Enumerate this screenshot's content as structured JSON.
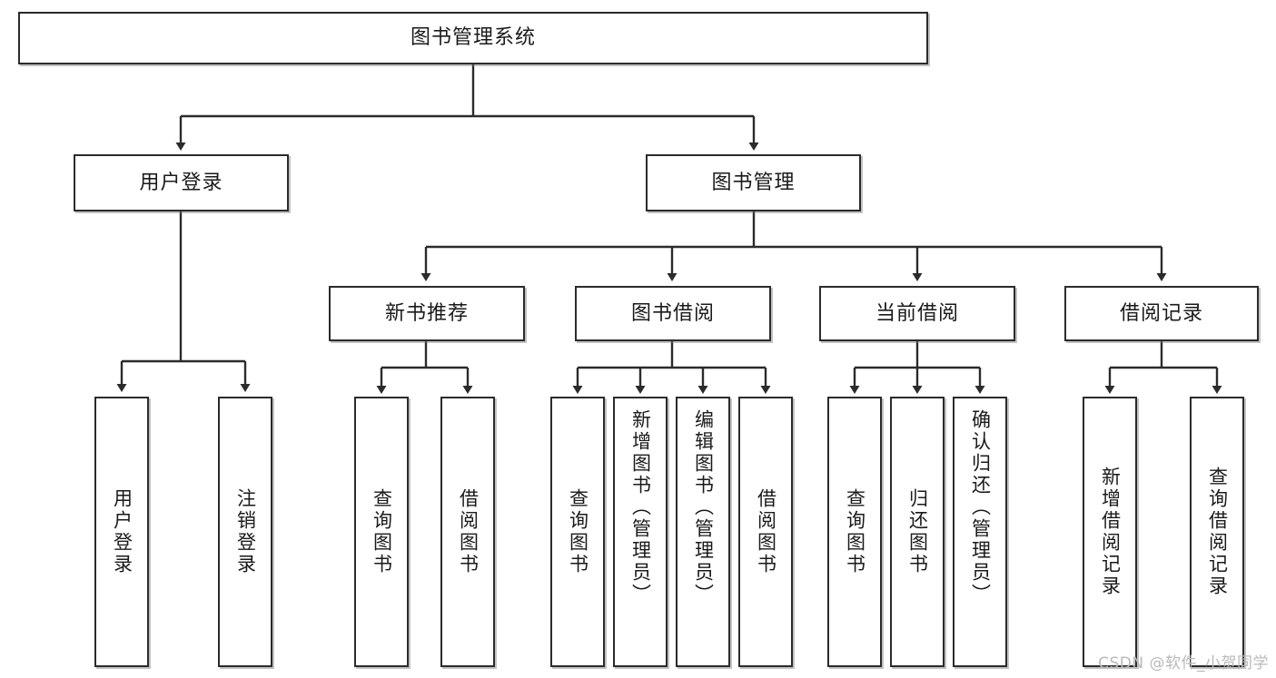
{
  "diagram": {
    "title": "图书管理系统",
    "type": "function-structure-tree",
    "root": {
      "label": "图书管理系统"
    },
    "level2": [
      {
        "label": "用户登录"
      },
      {
        "label": "图书管理"
      }
    ],
    "level3": [
      {
        "label": "新书推荐"
      },
      {
        "label": "图书借阅"
      },
      {
        "label": "当前借阅"
      },
      {
        "label": "借阅记录"
      }
    ],
    "leaves": {
      "user_login": [
        {
          "label": "用户登录"
        },
        {
          "label": "注销登录"
        }
      ],
      "new_book": [
        {
          "label": "查询图书"
        },
        {
          "label": "借阅图书"
        }
      ],
      "book_borrow": [
        {
          "label": "查询图书"
        },
        {
          "label": "新增图书（管理员）"
        },
        {
          "label": "编辑图书（管理员）"
        },
        {
          "label": "借阅图书"
        }
      ],
      "current_borrow": [
        {
          "label": "查询图书"
        },
        {
          "label": "归还图书"
        },
        {
          "label": "确认归还（管理员）"
        }
      ],
      "borrow_record": [
        {
          "label": "新增借阅记录"
        },
        {
          "label": "查询借阅记录"
        }
      ]
    }
  },
  "watermark": {
    "text": "CSDN @软件_小贺同学"
  },
  "colors": {
    "border": "#2b2b2b",
    "text": "#1a1a1a",
    "background": "#ffffff",
    "edge": "#2b2b2b",
    "watermark": "#b9b9b9"
  }
}
